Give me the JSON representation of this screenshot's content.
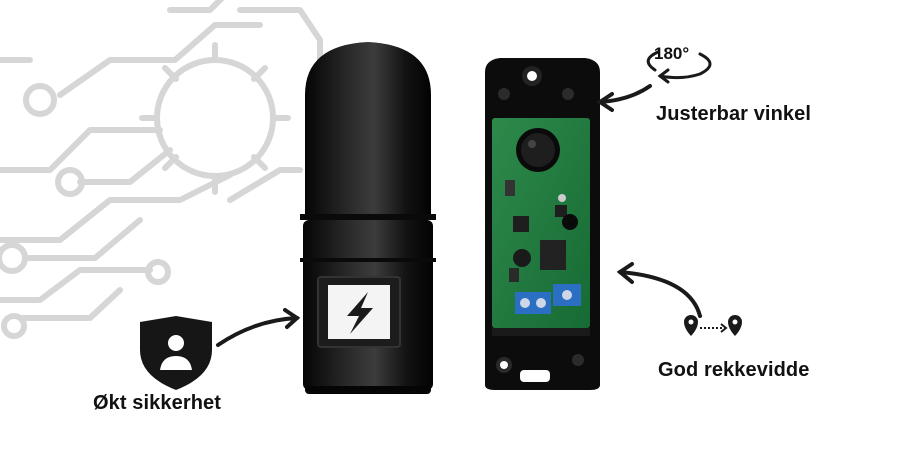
{
  "features": {
    "angle": {
      "label": "Justerbar vinkel",
      "badge": "180°",
      "icon": "rotate-180-icon"
    },
    "range": {
      "label": "God rekkevidde",
      "icon": "map-pins-distance-icon"
    },
    "security": {
      "label": "Økt sikkerhet",
      "icon": "shield-user-icon"
    }
  },
  "product": {
    "sensor_icon": "lightning-bolt-icon",
    "colors": {
      "housing": "#111111",
      "pcb": "#1f7a3f",
      "terminal": "#2a6fc4"
    }
  },
  "background": {
    "pattern": "circuit-gear-outline",
    "color": "#d9d9d9"
  }
}
